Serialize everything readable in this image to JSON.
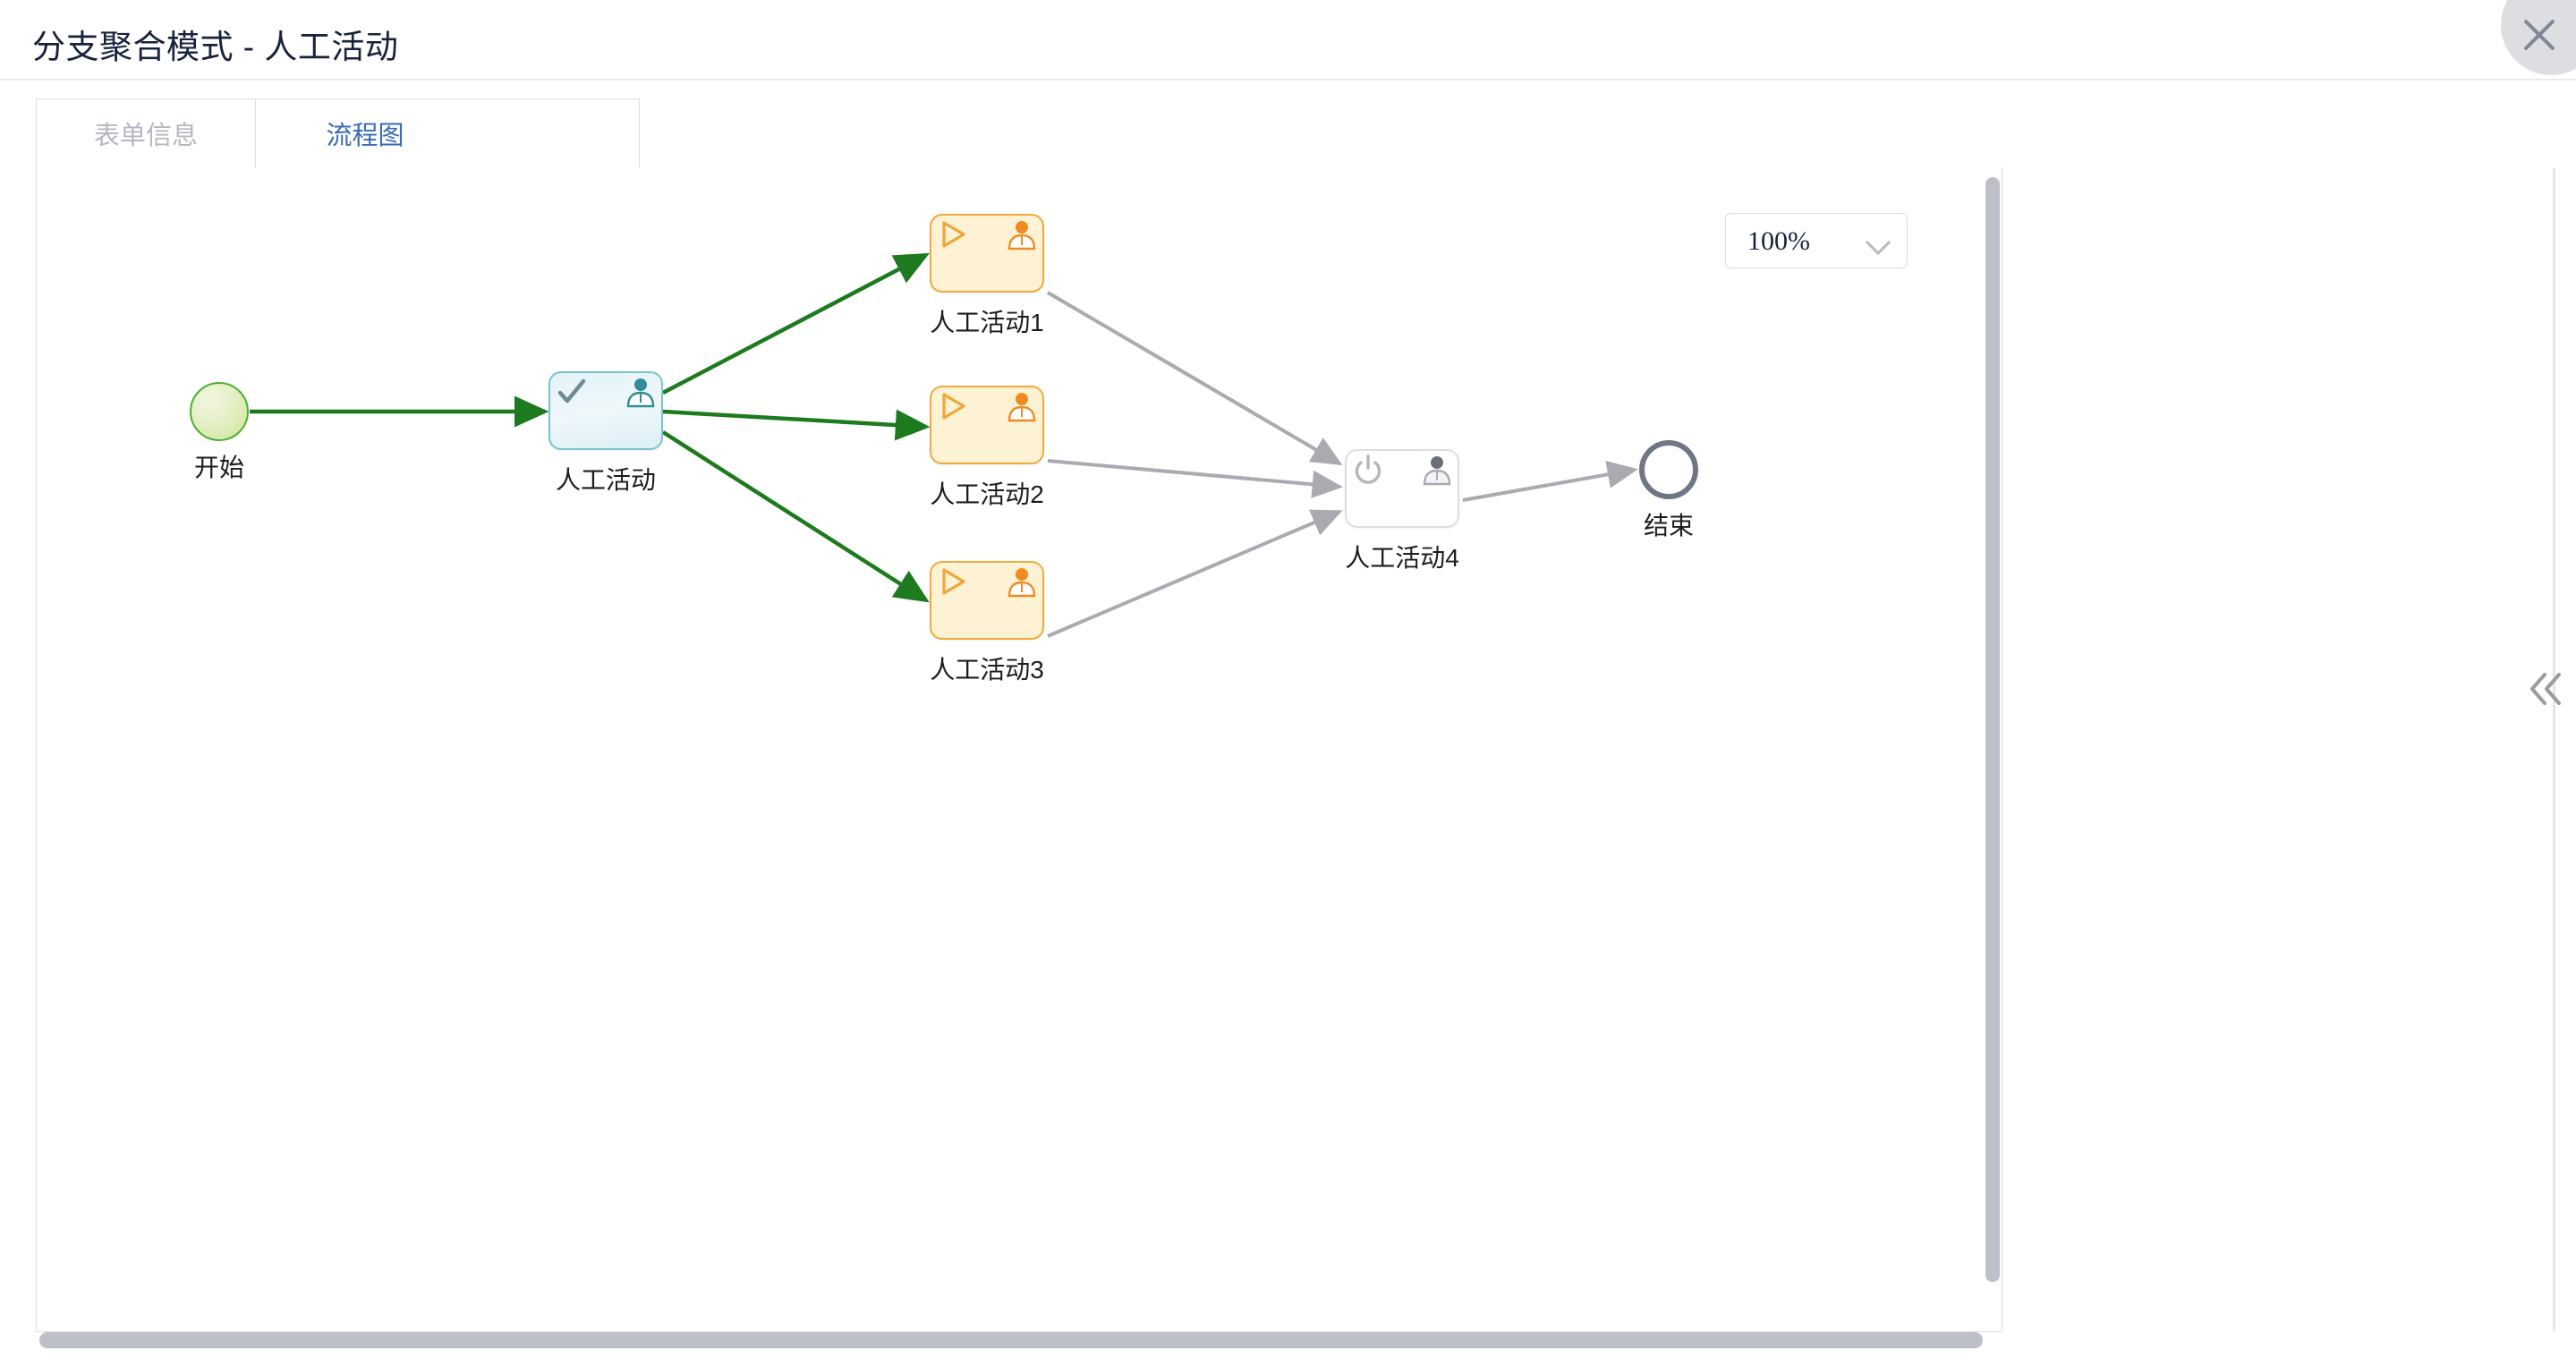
{
  "window": {
    "title": "分支聚合模式 - 人工活动",
    "close_icon": "close-icon"
  },
  "tabs": [
    {
      "label": "表单信息",
      "active": false,
      "name": "tab-form-info"
    },
    {
      "label": "流程图",
      "active": true,
      "name": "tab-flow-chart"
    }
  ],
  "toolbar": {
    "zoom_value": "100%",
    "zoom_chevron_icon": "chevron-down-icon"
  },
  "flow": {
    "nodes": [
      {
        "id": "start",
        "label": "开始",
        "type": "start",
        "state": "completed",
        "icons": []
      },
      {
        "id": "task0",
        "label": "人工活动",
        "type": "user-task",
        "state": "completed",
        "icons": [
          "check-icon",
          "user-icon"
        ]
      },
      {
        "id": "task1",
        "label": "人工活动1",
        "type": "user-task",
        "state": "running",
        "icons": [
          "play-icon",
          "user-icon"
        ]
      },
      {
        "id": "task2",
        "label": "人工活动2",
        "type": "user-task",
        "state": "running",
        "icons": [
          "play-icon",
          "user-icon"
        ]
      },
      {
        "id": "task3",
        "label": "人工活动3",
        "type": "user-task",
        "state": "running",
        "icons": [
          "play-icon",
          "user-icon"
        ]
      },
      {
        "id": "task4",
        "label": "人工活动4",
        "type": "user-task",
        "state": "pending",
        "icons": [
          "power-icon",
          "user-icon"
        ]
      },
      {
        "id": "end",
        "label": "结束",
        "type": "end",
        "state": "pending",
        "icons": []
      }
    ],
    "edges": [
      {
        "from": "start",
        "to": "task0",
        "state": "completed"
      },
      {
        "from": "task0",
        "to": "task1",
        "state": "completed"
      },
      {
        "from": "task0",
        "to": "task2",
        "state": "completed"
      },
      {
        "from": "task0",
        "to": "task3",
        "state": "completed"
      },
      {
        "from": "task1",
        "to": "task4",
        "state": "pending"
      },
      {
        "from": "task2",
        "to": "task4",
        "state": "pending"
      },
      {
        "from": "task3",
        "to": "task4",
        "state": "pending"
      },
      {
        "from": "task4",
        "to": "end",
        "state": "pending"
      }
    ],
    "colors": {
      "edge_completed": "#1e7a1e",
      "edge_pending": "#a9abb0",
      "node_running_border": "#f2a93b",
      "node_running_fill": "#fdf3d4",
      "node_completed_border": "#7dc2cf",
      "node_start_border": "#4caf2f",
      "node_end_border": "#707684"
    }
  },
  "panel": {
    "collapse_icon": "double-chevron-left-icon",
    "vscroll_name": "vertical-scrollbar",
    "hscroll_name": "horizontal-scrollbar"
  }
}
